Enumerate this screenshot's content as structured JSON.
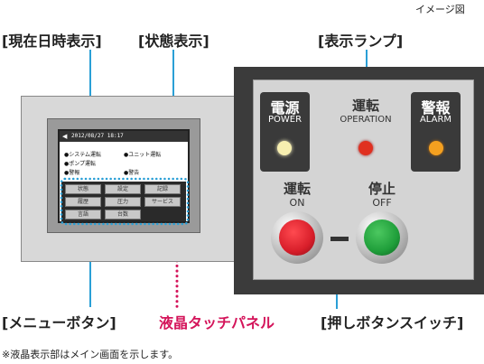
{
  "image_note": "イメージ図",
  "labels": {
    "datetime": "[現在日時表示]",
    "status": "[状態表示]",
    "lamp": "[表示ランプ]",
    "menu": "[メニューボタン]",
    "touch_panel": "液晶タッチパネル",
    "push_button": "[押しボタンスイッチ]"
  },
  "footnote": "※液晶表示部はメイン画面を示します。",
  "screen": {
    "datetime": "2012/08/27 18:17",
    "status_items": [
      "●システム運転",
      "●ユニット運転",
      "●ポンプ運転",
      "●警報",
      "●警告"
    ],
    "menu_buttons": [
      "状態",
      "設定",
      "記録",
      "履歴",
      "圧力",
      "サービス",
      "言語",
      "台数"
    ]
  },
  "lamps": [
    {
      "title": "電源",
      "sub": "POWER",
      "color": "#f7efb0"
    },
    {
      "title": "運転",
      "sub": "OPERATION",
      "color": "#e03020"
    },
    {
      "title": "警報",
      "sub": "ALARM",
      "color": "#f4a020"
    }
  ],
  "buttons": [
    {
      "title": "運転",
      "sub": "ON",
      "color": "#d81e2a"
    },
    {
      "title": "停止",
      "sub": "OFF",
      "color": "#1f9e3a"
    }
  ],
  "colors": {
    "callout_line": "#2a9fd6",
    "touch_outline": "#d4145a",
    "menu_outline": "#2a9fd6"
  }
}
